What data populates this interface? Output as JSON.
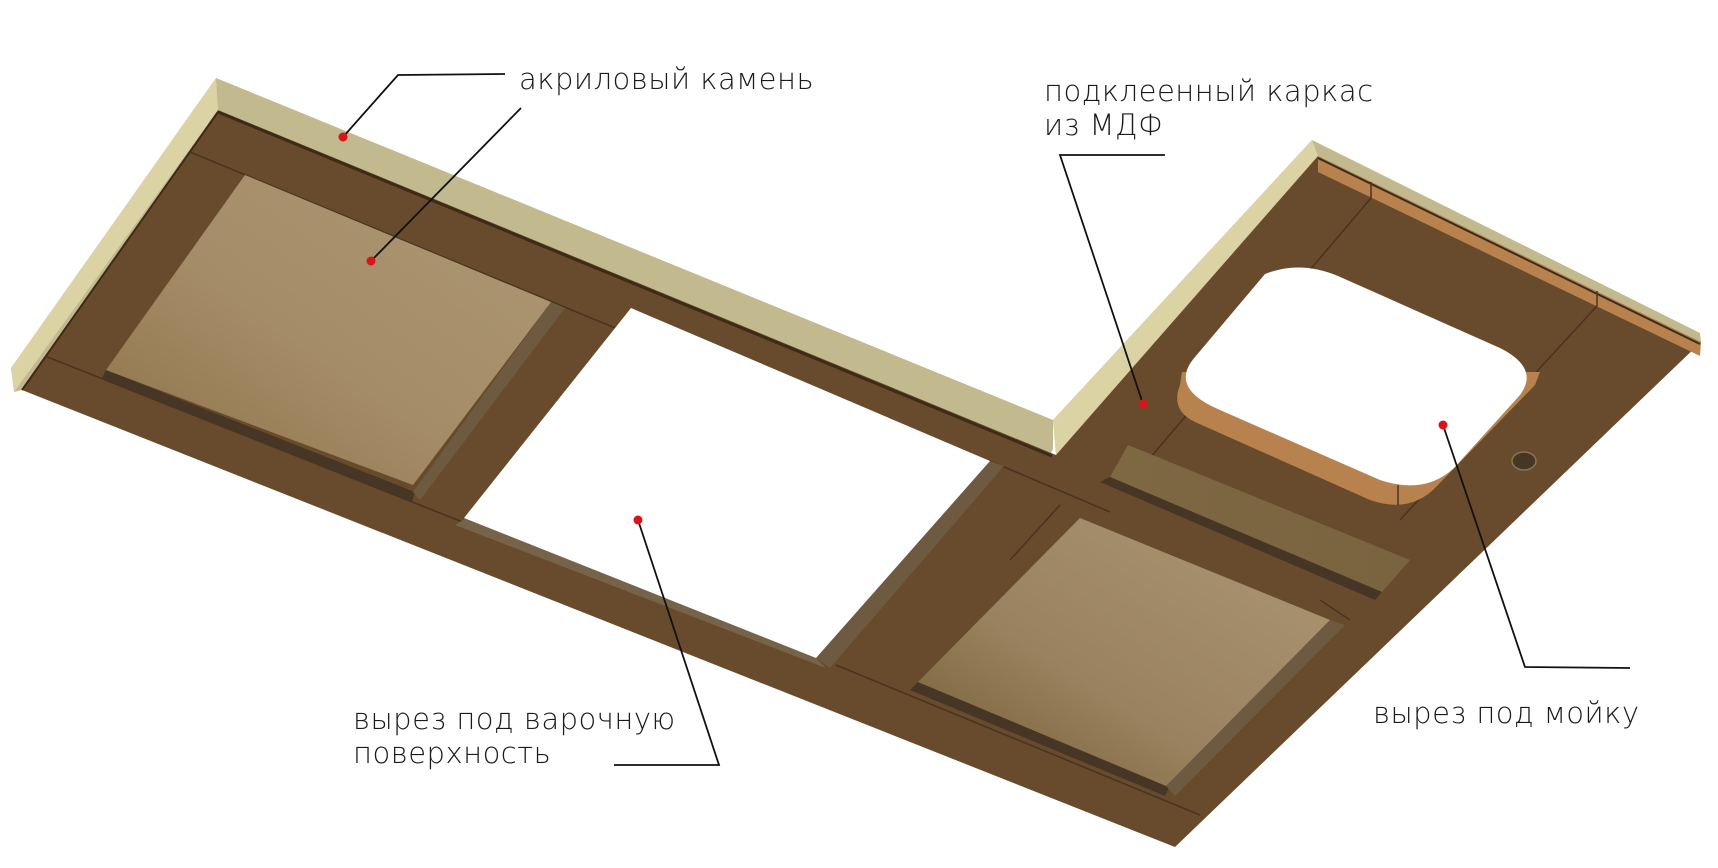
{
  "diagram": {
    "subject": "countertop with cutouts, bottom view",
    "labels": {
      "acrylic": "акриловый камень",
      "mdf_line1": "подклеенный каркас",
      "mdf_line2": "из МДФ",
      "hob_line1": "вырез под варочную",
      "hob_line2": "поверхность",
      "sink": "вырез под мойку"
    },
    "colors": {
      "background": "#ffffff",
      "acrylic_edge": "#c2b98e",
      "acrylic_edge_light": "#dcd3a4",
      "mdf_frame": "#684b2c",
      "mdf_seam": "#4a3420",
      "mdf_edge": "#b8824e",
      "acrylic_panel_light": "#ab9470",
      "acrylic_panel_dark": "#8b7145",
      "panel_shadow": "#473525",
      "cutout": "#ffffff",
      "callout_dot": "#d7151b",
      "callout_line": "#111111",
      "tap_hole": "#463626"
    }
  }
}
